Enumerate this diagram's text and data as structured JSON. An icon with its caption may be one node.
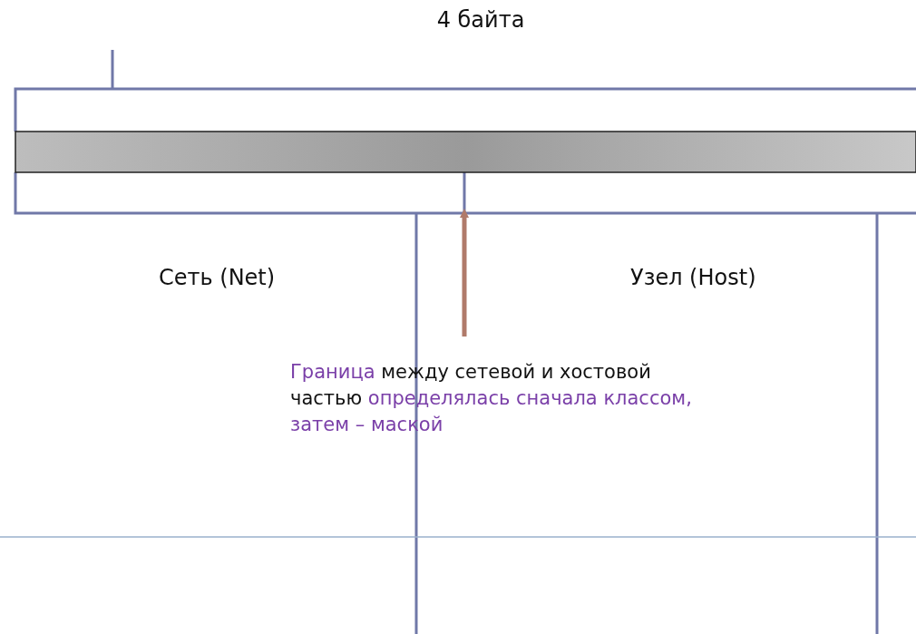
{
  "diagram": {
    "title": "4 байта",
    "nodes": [
      {
        "text": [],
        "shape": "bar"
      },
      {
        "text": [
          "Граница",
          "между сетевой и хостовой частью",
          "определялась сначала классом, затем – маской"
        ]
      }
    ],
    "edges": [
      {
        "from": 1,
        "to": 0,
        "arrow": "to"
      }
    ],
    "labels": [
      "Сеть (Net)",
      "Узел (Host)"
    ]
  }
}
